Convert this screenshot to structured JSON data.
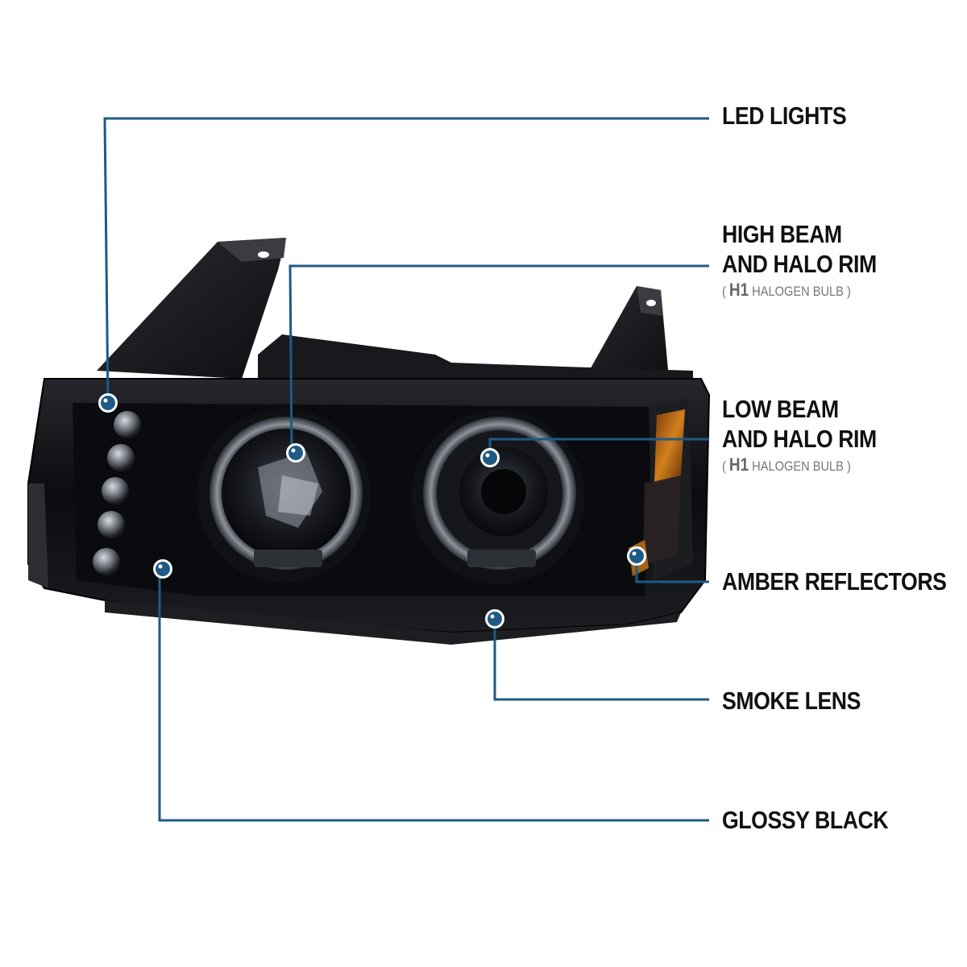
{
  "colors": {
    "leader_line": "#1f5a85",
    "dot": "#1f5a85",
    "body": "#0d0d10",
    "amber": "#c8781a"
  },
  "callouts": [
    {
      "id": "led",
      "title": "LED LIGHTS"
    },
    {
      "id": "high",
      "title_line1": "HIGH BEAM",
      "title_line2": "AND HALO RIM",
      "sub_open": "( ",
      "sub_big": "H1",
      "sub_rest": " HALOGEN BULB )"
    },
    {
      "id": "low",
      "title_line1": "LOW BEAM",
      "title_line2": "AND HALO RIM",
      "sub_open": "( ",
      "sub_big": "H1",
      "sub_rest": " HALOGEN BULB )"
    },
    {
      "id": "amber",
      "title": "AMBER REFLECTORS"
    },
    {
      "id": "smoke",
      "title": "SMOKE LENS"
    },
    {
      "id": "glossy",
      "title": "GLOSSY BLACK"
    }
  ],
  "illustration": {
    "subject": "smoked black halo projector headlight",
    "icons": [
      "callout-dot-icon"
    ]
  }
}
